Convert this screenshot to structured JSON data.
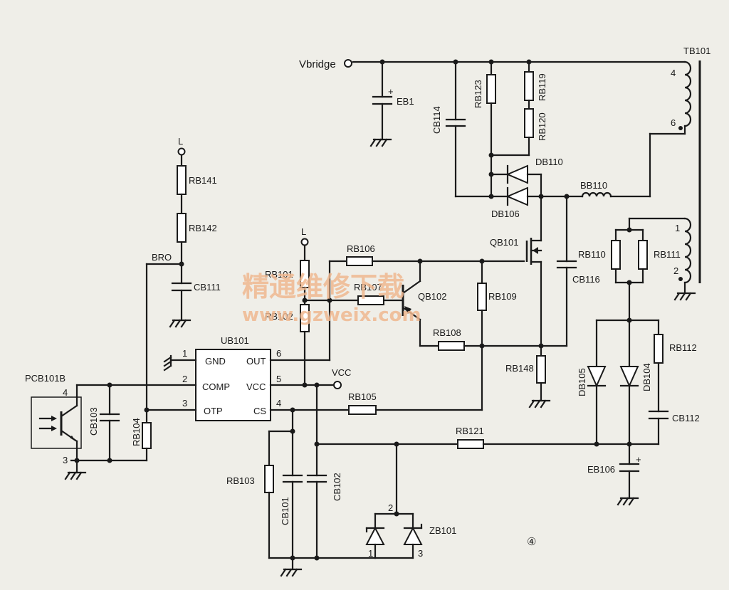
{
  "nets": {
    "vbridge": "Vbridge",
    "vcc": "VCC",
    "line1": "L",
    "line2": "L",
    "bro": "BRO"
  },
  "ic": {
    "ref": "UB101",
    "pins": [
      {
        "num": "1",
        "name": "GND"
      },
      {
        "num": "2",
        "name": "COMP"
      },
      {
        "num": "3",
        "name": "OTP"
      },
      {
        "num": "6",
        "name": "OUT"
      },
      {
        "num": "5",
        "name": "VCC"
      },
      {
        "num": "4",
        "name": "CS"
      }
    ]
  },
  "opto": {
    "ref": "PCB101B",
    "pin4": "4",
    "pin3": "3"
  },
  "transformer": {
    "ref": "TB101",
    "pins": [
      "4",
      "6",
      "1",
      "2"
    ]
  },
  "zener": {
    "ref": "ZB101",
    "pins": [
      "2",
      "1",
      "3"
    ]
  },
  "resistors": {
    "rb141": "RB141",
    "rb142": "RB142",
    "rb104": "RB104",
    "rb101": "RB101",
    "rb102": "RB102",
    "rb106": "RB106",
    "rb107": "RB107",
    "rb109": "RB109",
    "rb108": "RB108",
    "rb105": "RB105",
    "rb148": "RB148",
    "rb103": "RB103",
    "rb121": "RB121",
    "rb123": "RB123",
    "rb119": "RB119",
    "rb120": "RB120",
    "rb110": "RB110",
    "rb111": "RB111",
    "rb112": "RB112"
  },
  "capacitors": {
    "eb1": "EB1",
    "cb114": "CB114",
    "cb111": "CB111",
    "cb103": "CB103",
    "cb101": "CB101",
    "cb102": "CB102",
    "cb116": "CB116",
    "cb112": "CB112",
    "eb106": "EB106"
  },
  "semis": {
    "db110": "DB110",
    "db106": "DB106",
    "qb101": "QB101",
    "qb102": "QB102",
    "bb110": "BB110",
    "db105": "DB105",
    "db104": "DB104"
  },
  "figure_number": "④",
  "watermark": {
    "title": "精通维修下载",
    "url": "www.gzweix.com"
  }
}
